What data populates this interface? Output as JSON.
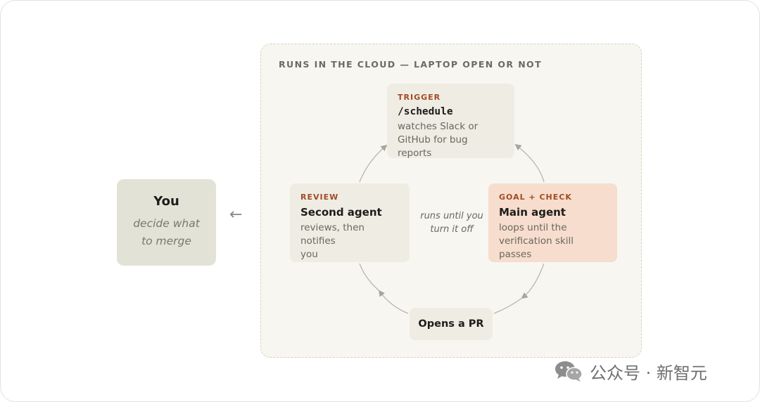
{
  "cloud": {
    "title": "RUNS IN THE CLOUD — LAPTOP OPEN OR NOT"
  },
  "trigger": {
    "kicker": "TRIGGER",
    "head": "/schedule",
    "body_line1": "watches Slack or",
    "body_line2": "GitHub for bug reports"
  },
  "review": {
    "kicker": "REVIEW",
    "head": "Second agent",
    "body_line1": "reviews, then notifies",
    "body_line2": "you"
  },
  "goal": {
    "kicker": "GOAL + CHECK",
    "head": "Main agent",
    "body_line1": "loops until the",
    "body_line2": "verification skill passes"
  },
  "center_note": {
    "line1": "runs until you",
    "line2": "turn it off"
  },
  "pr": {
    "label": "Opens a PR"
  },
  "you": {
    "title": "You",
    "sub_line1": "decide what",
    "sub_line2": "to merge"
  },
  "arrow": "←",
  "watermark": {
    "text": "公众号 · 新智元",
    "icon": "wechat-icon"
  },
  "colors": {
    "kicker": "#a34b22",
    "goal_fill": "#f6ddcd",
    "card_fill": "#efece4",
    "you_fill": "#e3e2d7"
  }
}
